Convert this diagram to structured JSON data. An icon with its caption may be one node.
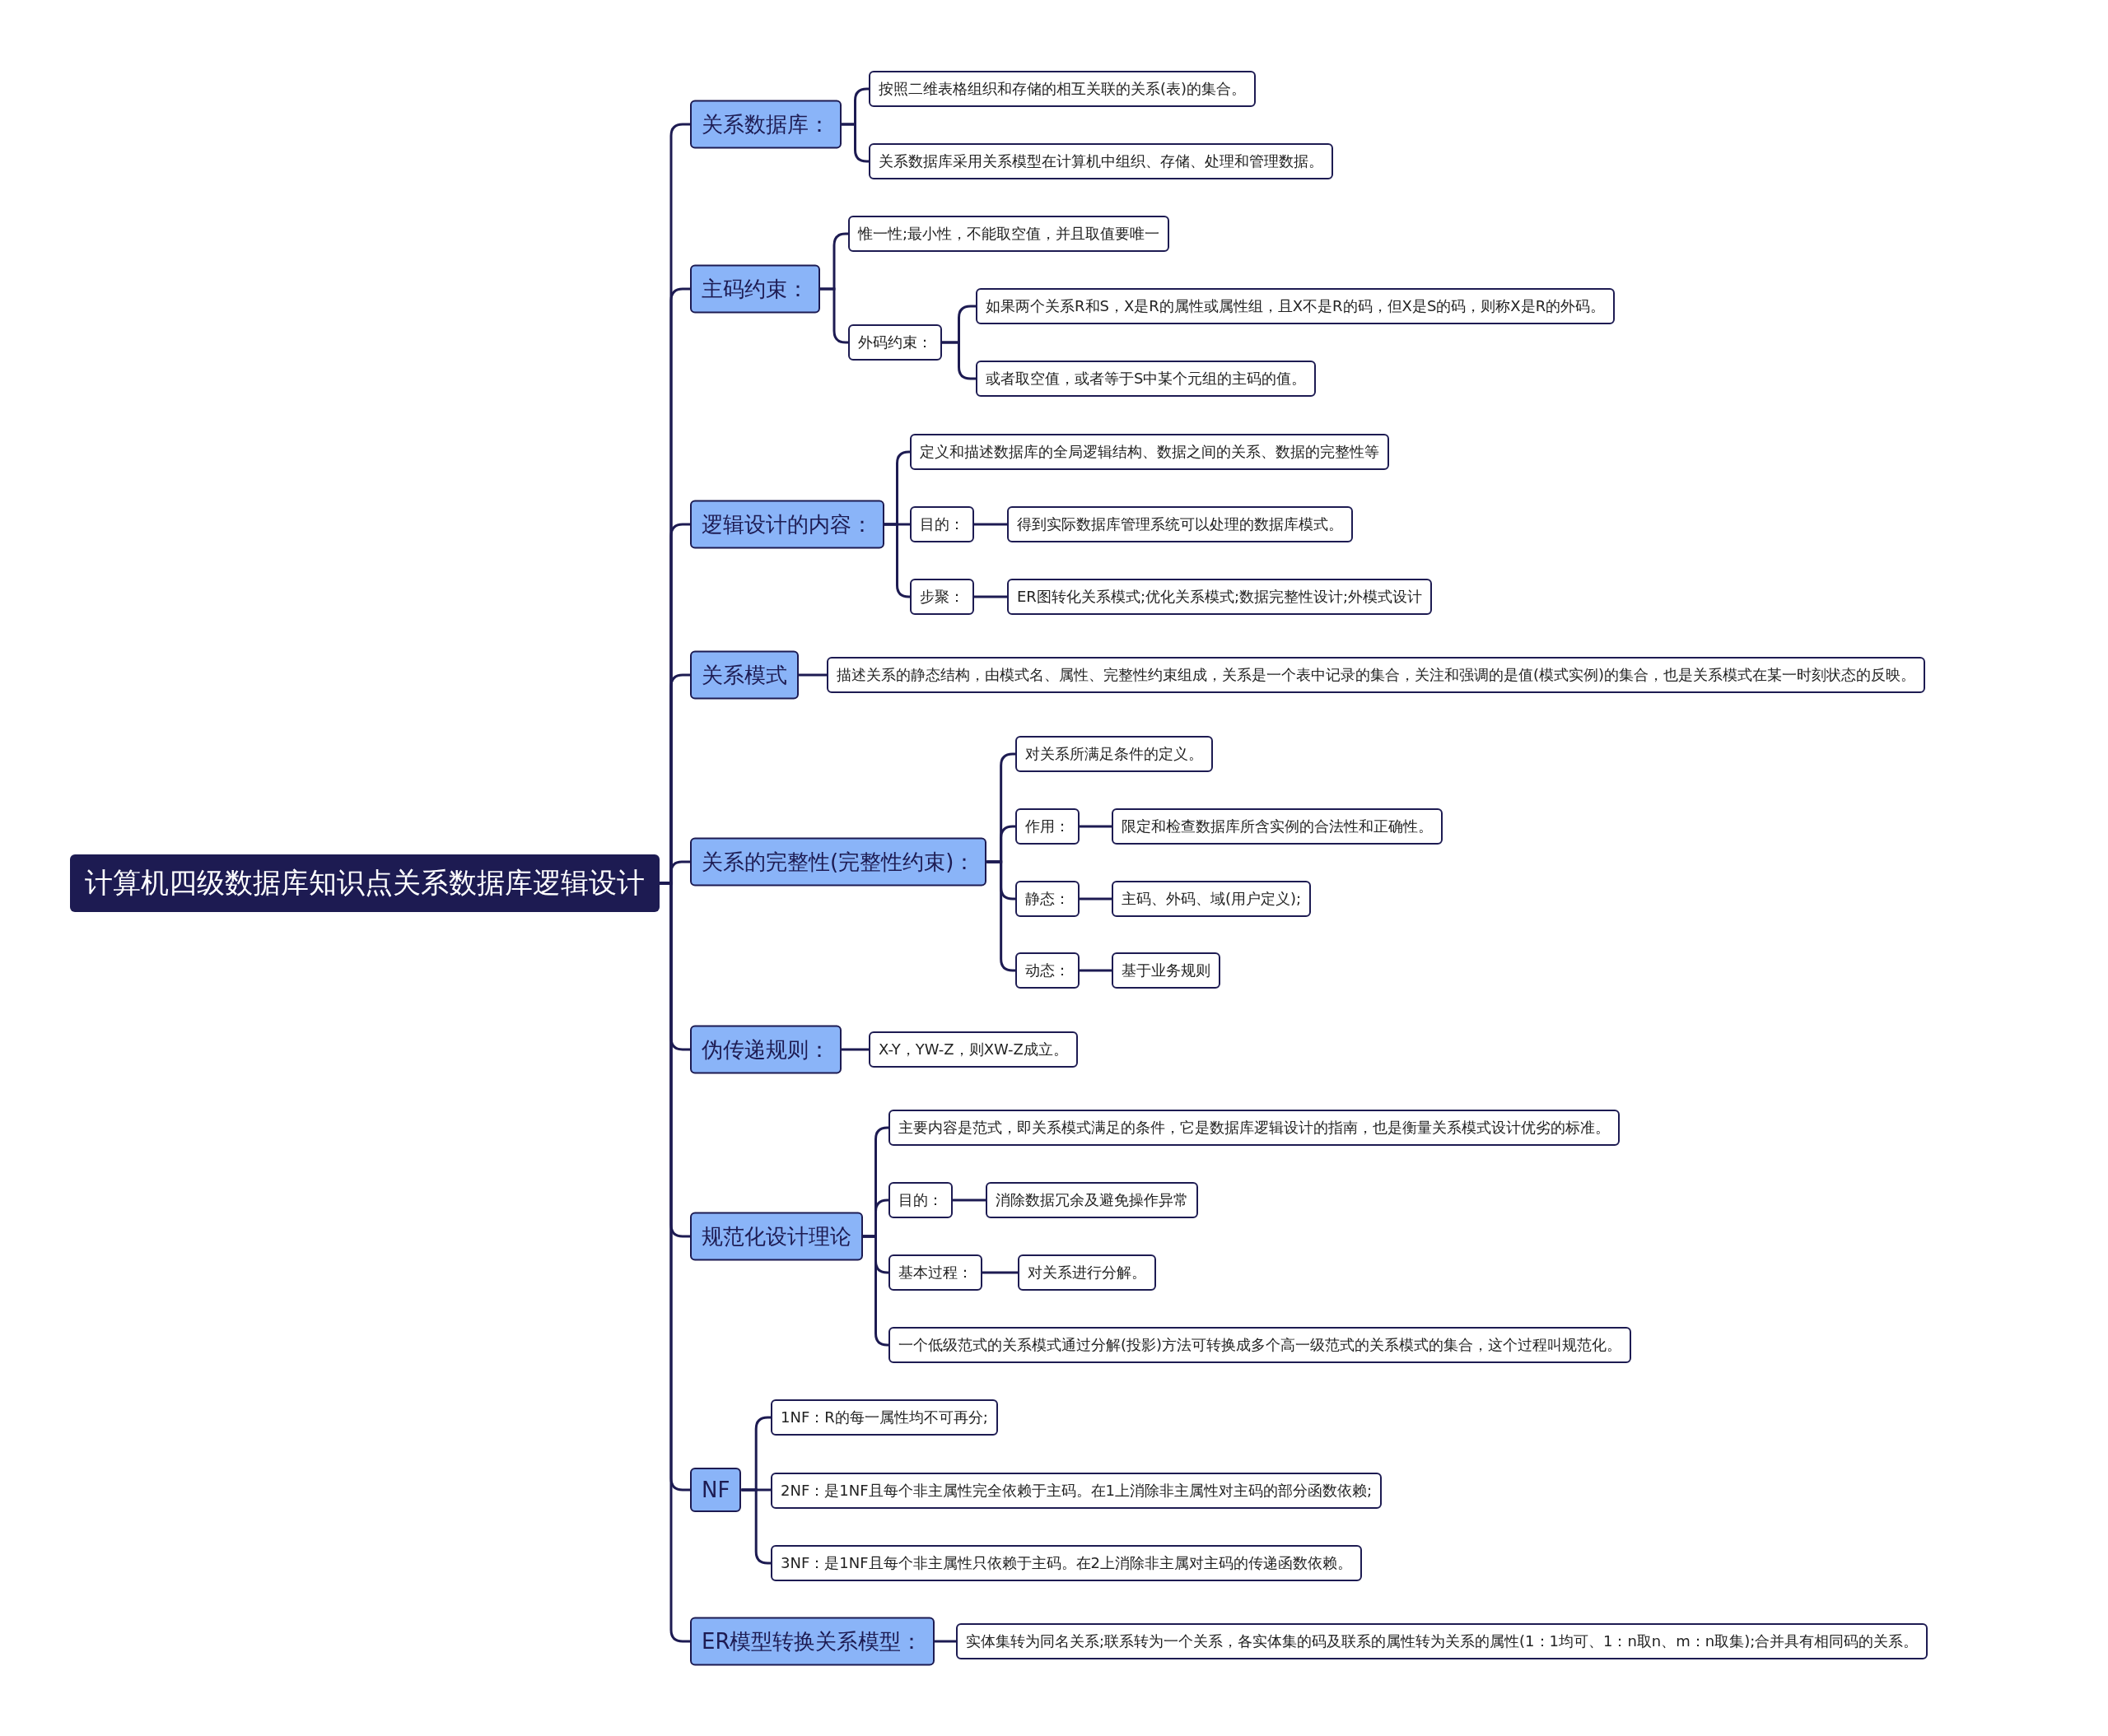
{
  "diagram": {
    "nodes": [
      {
        "text": [
          "计算机四级数据库知识点关系数据库逻辑设计"
        ]
      },
      {
        "text": [
          "关系数据库："
        ]
      },
      {
        "text": [
          "按照二维表格组织和存储的相互关联的关系(表)的集合。"
        ]
      },
      {
        "text": [
          "关系数据库采用关系模型在计算机中组织、存储、处理和管理数据。"
        ]
      },
      {
        "text": [
          "主码约束："
        ]
      },
      {
        "text": [
          "惟一性;最小性，不能取空值，并且取值要唯一"
        ]
      },
      {
        "text": [
          "外码约束："
        ]
      },
      {
        "text": [
          "如果两个关系R和S，X是R的属性或属性组，且X不是R的码，但X是S的码，则称X是R的外码。"
        ]
      },
      {
        "text": [
          "或者取空值，或者等于S中某个元组的主码的值。"
        ]
      },
      {
        "text": [
          "逻辑设计的内容："
        ]
      },
      {
        "text": [
          "定义和描述数据库的全局逻辑结构、数据之间的关系、数据的完整性等"
        ]
      },
      {
        "text": [
          "目的："
        ]
      },
      {
        "text": [
          "得到实际数据库管理系统可以处理的数据库模式。"
        ]
      },
      {
        "text": [
          "步聚："
        ]
      },
      {
        "text": [
          "ER图转化关系模式;优化关系模式;数据完整性设计;外模式设计"
        ]
      },
      {
        "text": [
          "关系模式"
        ]
      },
      {
        "text": [
          "描述关系的静态结构，由模式名、属性、完整性约束组成，关系是一个表中记录的集合，关注和强调的是值(模式实例)的集合，也是关系模式在某一时刻状态的反映。"
        ]
      },
      {
        "text": [
          "关系的完整性(完整性约束)："
        ]
      },
      {
        "text": [
          "对关系所满足条件的定义。"
        ]
      },
      {
        "text": [
          "作用："
        ]
      },
      {
        "text": [
          "限定和检查数据库所含实例的合法性和正确性。"
        ]
      },
      {
        "text": [
          "静态："
        ]
      },
      {
        "text": [
          "主码、外码、域(用户定义);"
        ]
      },
      {
        "text": [
          "动态："
        ]
      },
      {
        "text": [
          "基于业务规则"
        ]
      },
      {
        "text": [
          "伪传递规则："
        ]
      },
      {
        "text": [
          "X-Y，YW-Z，则XW-Z成立。"
        ]
      },
      {
        "text": [
          "规范化设计理论"
        ]
      },
      {
        "text": [
          "主要内容是范式，即关系模式满足的条件，它是数据库逻辑设计的指南，也是衡量关系模式设计优劣的标准。"
        ]
      },
      {
        "text": [
          "目的："
        ]
      },
      {
        "text": [
          "消除数据冗余及避免操作异常"
        ]
      },
      {
        "text": [
          "基本过程："
        ]
      },
      {
        "text": [
          "对关系进行分解。"
        ]
      },
      {
        "text": [
          "一个低级范式的关系模式通过分解(投影)方法可转换成多个高一级范式的关系模式的集合，这个过程叫规范化。"
        ]
      },
      {
        "text": [
          "NF"
        ]
      },
      {
        "text": [
          "1NF：R的每一属性均不可再分;"
        ]
      },
      {
        "text": [
          "2NF：是1NF且每个非主属性完全依赖于主码。在1上消除非主属性对主码的部分函数依赖;"
        ]
      },
      {
        "text": [
          "3NF：是1NF且每个非主属性只依赖于主码。在2上消除非主属对主码的传递函数依赖。"
        ]
      },
      {
        "text": [
          "ER模型转换关系模型："
        ]
      },
      {
        "text": [
          "实体集转为同名关系;联系转为一个关系，各实体集的码及联系的属性转为关系的属性(1：1均可、1：n取n、m：n取集);合并具有相同码的关系。"
        ]
      }
    ],
    "edges": [
      {
        "from": 0,
        "to": 1,
        "arrow": "none"
      },
      {
        "from": 1,
        "to": 2,
        "arrow": "none"
      },
      {
        "from": 1,
        "to": 3,
        "arrow": "none"
      },
      {
        "from": 0,
        "to": 4,
        "arrow": "none"
      },
      {
        "from": 4,
        "to": 5,
        "arrow": "none"
      },
      {
        "from": 4,
        "to": 6,
        "arrow": "none"
      },
      {
        "from": 6,
        "to": 7,
        "arrow": "none"
      },
      {
        "from": 6,
        "to": 8,
        "arrow": "none"
      },
      {
        "from": 0,
        "to": 9,
        "arrow": "none"
      },
      {
        "from": 9,
        "to": 10,
        "arrow": "none"
      },
      {
        "from": 9,
        "to": 11,
        "arrow": "none"
      },
      {
        "from": 11,
        "to": 12,
        "arrow": "none"
      },
      {
        "from": 9,
        "to": 13,
        "arrow": "none"
      },
      {
        "from": 13,
        "to": 14,
        "arrow": "none"
      },
      {
        "from": 0,
        "to": 15,
        "arrow": "none"
      },
      {
        "from": 15,
        "to": 16,
        "arrow": "none"
      },
      {
        "from": 0,
        "to": 17,
        "arrow": "none"
      },
      {
        "from": 17,
        "to": 18,
        "arrow": "none"
      },
      {
        "from": 17,
        "to": 19,
        "arrow": "none"
      },
      {
        "from": 19,
        "to": 20,
        "arrow": "none"
      },
      {
        "from": 17,
        "to": 21,
        "arrow": "none"
      },
      {
        "from": 21,
        "to": 22,
        "arrow": "none"
      },
      {
        "from": 17,
        "to": 23,
        "arrow": "none"
      },
      {
        "from": 23,
        "to": 24,
        "arrow": "none"
      },
      {
        "from": 0,
        "to": 25,
        "arrow": "none"
      },
      {
        "from": 25,
        "to": 26,
        "arrow": "none"
      },
      {
        "from": 0,
        "to": 27,
        "arrow": "none"
      },
      {
        "from": 27,
        "to": 28,
        "arrow": "none"
      },
      {
        "from": 27,
        "to": 29,
        "arrow": "none"
      },
      {
        "from": 29,
        "to": 30,
        "arrow": "none"
      },
      {
        "from": 27,
        "to": 31,
        "arrow": "none"
      },
      {
        "from": 31,
        "to": 32,
        "arrow": "none"
      },
      {
        "from": 27,
        "to": 33,
        "arrow": "none"
      },
      {
        "from": 0,
        "to": 34,
        "arrow": "none"
      },
      {
        "from": 34,
        "to": 35,
        "arrow": "none"
      },
      {
        "from": 34,
        "to": 36,
        "arrow": "none"
      },
      {
        "from": 34,
        "to": 37,
        "arrow": "none"
      },
      {
        "from": 0,
        "to": 38,
        "arrow": "none"
      },
      {
        "from": 38,
        "to": 39,
        "arrow": "none"
      }
    ]
  }
}
